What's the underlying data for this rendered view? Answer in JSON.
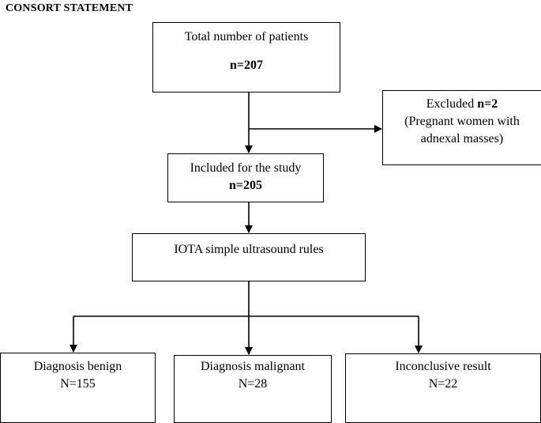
{
  "heading": "CONSORT STATEMENT",
  "boxes": {
    "total": {
      "label": "Total number of patients",
      "count": "n=207"
    },
    "excluded": {
      "label": "Excluded",
      "count": "n=2",
      "note_line1": "(Pregnant women with",
      "note_line2": "adnexal masses)"
    },
    "included": {
      "label": "Included for the study",
      "count": "n=205"
    },
    "iota": {
      "label": "IOTA simple ultrasound rules"
    },
    "benign": {
      "label": "Diagnosis benign",
      "count": "N=155"
    },
    "malignant": {
      "label": "Diagnosis malignant",
      "count": "N=28"
    },
    "inconclusive": {
      "label": "Inconclusive result",
      "count": "N=22"
    }
  }
}
